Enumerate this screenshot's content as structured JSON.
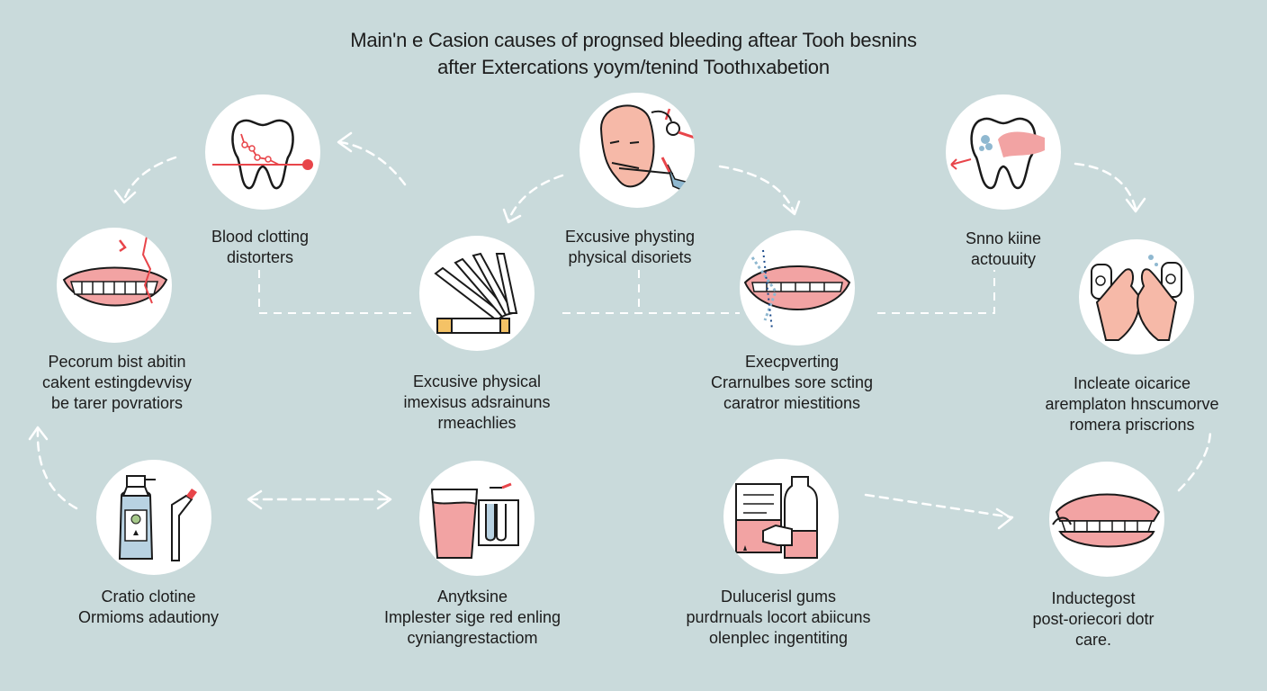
{
  "title": {
    "line1": "Main'n e Casion causes of prognsed bleeding aftear Tooh besnins",
    "line2": "after Extercations yoym/tenind Toothıxabetion"
  },
  "colors": {
    "background": "#c9dadb",
    "gum": "#f2a3a3",
    "accent_red": "#e8454a",
    "accent_blue": "#8fb8d0",
    "line": "#1a1a1a"
  },
  "nodes": [
    {
      "id": "blood-clotting",
      "icon": "tooth-icon",
      "lines": [
        "Blood clotting",
        "distorters"
      ]
    },
    {
      "id": "physical-disoriets",
      "icon": "face-icon",
      "lines": [
        "Excusive physting",
        "physical disoriets"
      ]
    },
    {
      "id": "activity",
      "icon": "damaged-tooth-icon",
      "lines": [
        "Snno kiine",
        "actouuity"
      ]
    },
    {
      "id": "povratiors",
      "icon": "mouth-icon",
      "lines": [
        "Pecorum bist abitin",
        "cakent estingdevvisy",
        "be tarer povratiors"
      ]
    },
    {
      "id": "rmeachlies",
      "icon": "cigarette-icon",
      "lines": [
        "Excusive physical",
        "imexisus adsrainuns",
        "rmeachlies"
      ]
    },
    {
      "id": "miestitions",
      "icon": "teeth-thread-icon",
      "lines": [
        "Execpverting",
        "Crarnulbes sore scting",
        "caratror miestitions"
      ]
    },
    {
      "id": "priscrions",
      "icon": "hands-icon",
      "lines": [
        "Incleate oicarice",
        "aremplaton hnscumorve",
        "romera priscrions"
      ]
    },
    {
      "id": "adautiony",
      "icon": "bottle-icon",
      "lines": [
        "Cratio clotine",
        "Ormioms adautiony"
      ]
    },
    {
      "id": "cyniangrestactiom",
      "icon": "cup-icon",
      "lines": [
        "Anytksine",
        "Implester sige red enling",
        "cyniangrestactiom"
      ]
    },
    {
      "id": "ingentiting",
      "icon": "document-icon",
      "lines": [
        "Dulucerisl gums",
        "purdrnuals locort abiicuns",
        "olenplec ingentiting"
      ]
    },
    {
      "id": "post-care",
      "icon": "dentures-icon",
      "lines": [
        "Inductegost",
        "post-oriecori dotr",
        "care."
      ]
    }
  ]
}
